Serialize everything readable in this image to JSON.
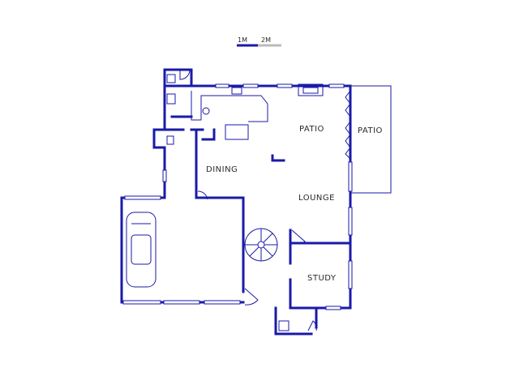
{
  "scale": {
    "label_1": "1M",
    "label_2": "2M"
  },
  "rooms": {
    "patio_inner": "PATIO",
    "patio_outer": "PATIO",
    "dining": "DINING",
    "lounge": "LOUNGE",
    "study": "STUDY"
  },
  "colors": {
    "wall": "#1a1aa8",
    "scale_light": "#bbbbbb"
  }
}
